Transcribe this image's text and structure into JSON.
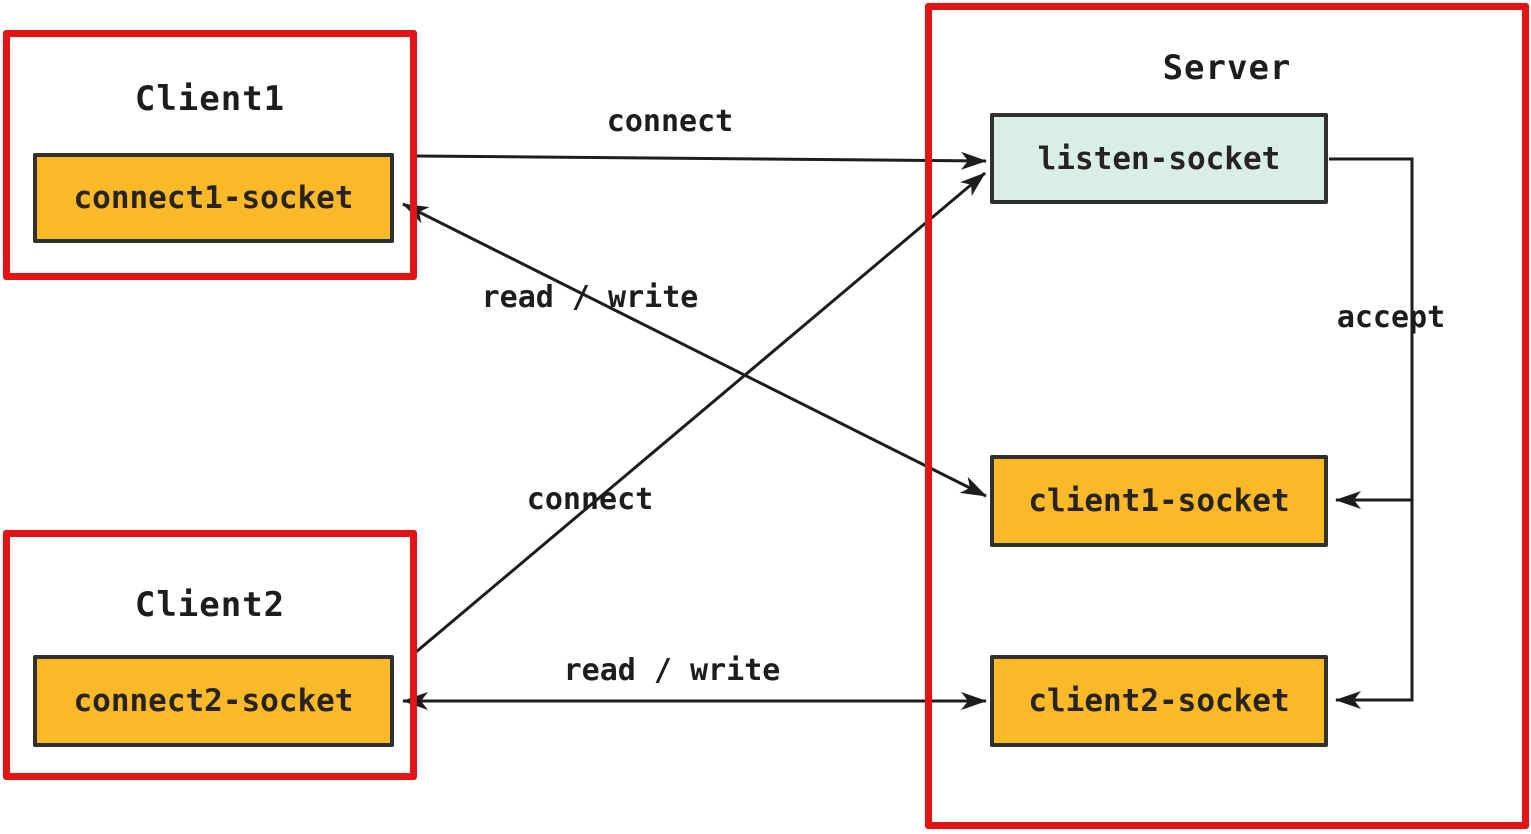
{
  "colors": {
    "background": "#ffffff",
    "frame_red": "#e51414",
    "socket_orange": "#f9b929",
    "socket_mint": "#d8eee6",
    "box_edge": "#30302c",
    "ink": "#1d1d1b"
  },
  "nodes": {
    "client1": {
      "title": "Client1",
      "socket": "connect1-socket"
    },
    "client2": {
      "title": "Client2",
      "socket": "connect2-socket"
    },
    "server": {
      "title": "Server",
      "sockets": {
        "listen": "listen-socket",
        "client1": "client1-socket",
        "client2": "client2-socket"
      }
    }
  },
  "edge_labels": {
    "connect_top": "connect",
    "read_write_top": "read / write",
    "connect_bottom": "connect",
    "read_write_bottom": "read / write",
    "accept": "accept"
  }
}
